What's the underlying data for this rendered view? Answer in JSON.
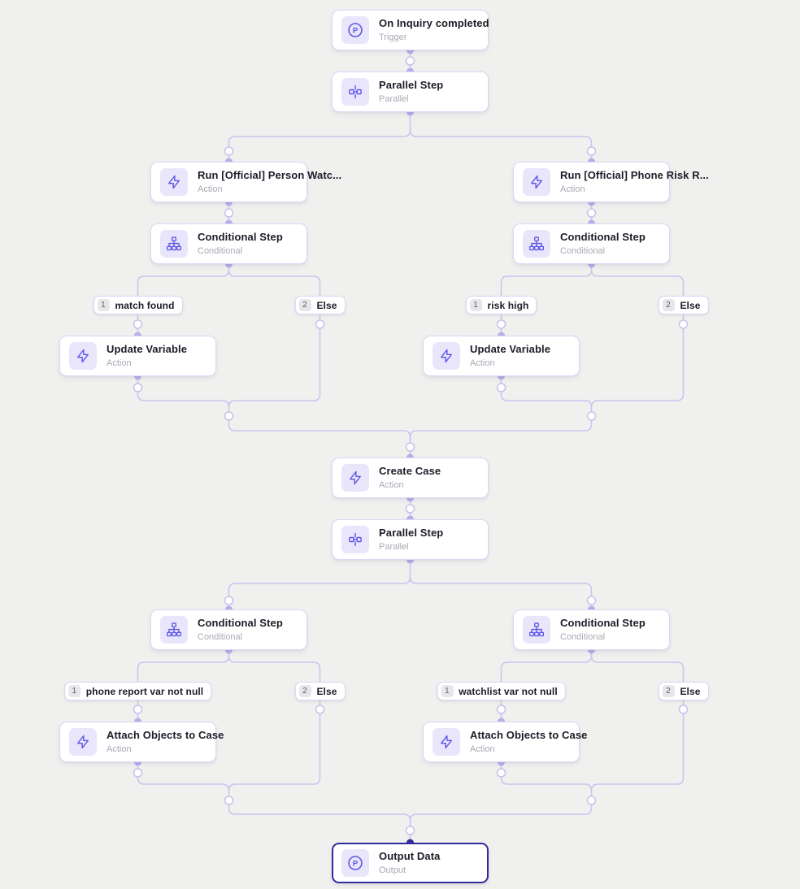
{
  "colors": {
    "accent": "#5c55e6",
    "selected_border": "#302c9c",
    "edge": "#c9c4ef",
    "edge_dot": "#b6b0ea",
    "canvas_background": "#f0f0ee"
  },
  "nodes": {
    "trigger": {
      "title": "On Inquiry completed",
      "subtitle": "Trigger",
      "icon": "persona-logo"
    },
    "parallel1": {
      "title": "Parallel Step",
      "subtitle": "Parallel",
      "icon": "parallel"
    },
    "run_person_watchlist": {
      "title": "Run [Official] Person Watc...",
      "subtitle": "Action",
      "icon": "lightning-bolt"
    },
    "run_phone_risk": {
      "title": "Run [Official] Phone Risk R...",
      "subtitle": "Action",
      "icon": "lightning-bolt"
    },
    "conditional1": {
      "title": "Conditional Step",
      "subtitle": "Conditional",
      "icon": "sitemap"
    },
    "conditional2": {
      "title": "Conditional Step",
      "subtitle": "Conditional",
      "icon": "sitemap"
    },
    "update_variable_left": {
      "title": "Update Variable",
      "subtitle": "Action",
      "icon": "lightning-bolt"
    },
    "update_variable_right": {
      "title": "Update Variable",
      "subtitle": "Action",
      "icon": "lightning-bolt"
    },
    "create_case": {
      "title": "Create Case",
      "subtitle": "Action",
      "icon": "lightning-bolt"
    },
    "parallel2": {
      "title": "Parallel Step",
      "subtitle": "Parallel",
      "icon": "parallel"
    },
    "conditional3": {
      "title": "Conditional Step",
      "subtitle": "Conditional",
      "icon": "sitemap"
    },
    "conditional4": {
      "title": "Conditional Step",
      "subtitle": "Conditional",
      "icon": "sitemap"
    },
    "attach_left": {
      "title": "Attach Objects to Case",
      "subtitle": "Action",
      "icon": "lightning-bolt"
    },
    "attach_right": {
      "title": "Attach Objects to Case",
      "subtitle": "Action",
      "icon": "lightning-bolt"
    },
    "output": {
      "title": "Output Data",
      "subtitle": "Output",
      "icon": "persona-logo"
    }
  },
  "branches": {
    "match_found": {
      "number": "1",
      "label": "match found"
    },
    "else_top_left": {
      "number": "2",
      "label": "Else"
    },
    "risk_high": {
      "number": "1",
      "label": "risk high"
    },
    "else_top_right": {
      "number": "2",
      "label": "Else"
    },
    "phone_report": {
      "number": "1",
      "label": "phone report var not null"
    },
    "else_bottom_left": {
      "number": "2",
      "label": "Else"
    },
    "watchlist": {
      "number": "1",
      "label": "watchlist var not null"
    },
    "else_bottom_right": {
      "number": "2",
      "label": "Else"
    }
  }
}
